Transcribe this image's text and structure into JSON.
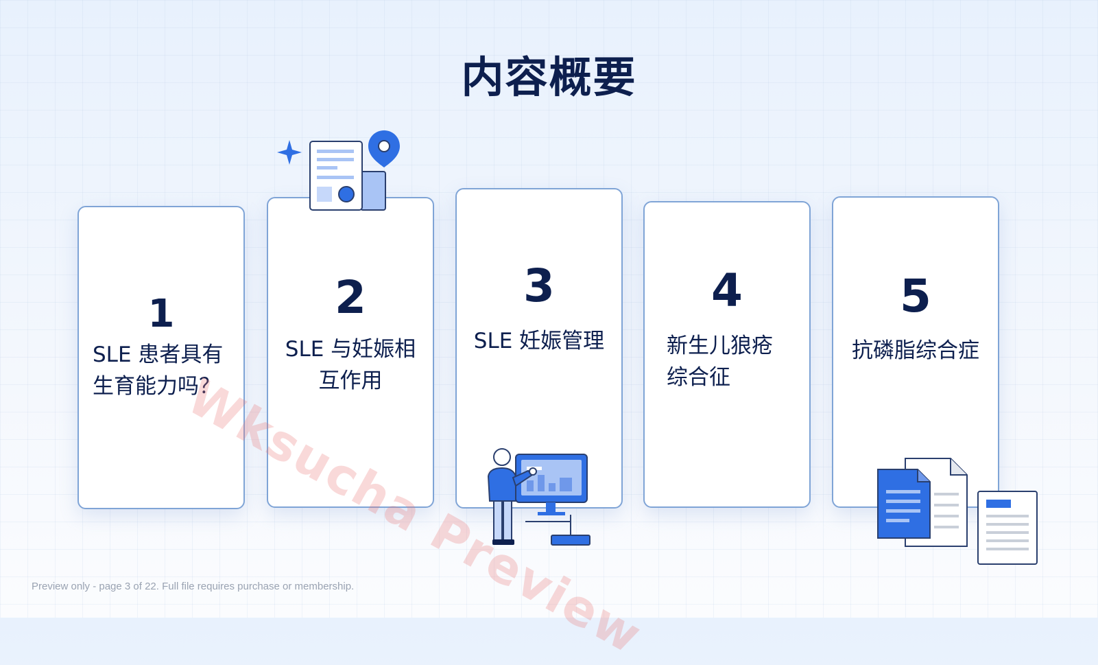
{
  "page": {
    "title": "内容概要"
  },
  "cards": [
    {
      "number": "1",
      "label_lines": [
        "SLE 患者具有",
        "生育能力吗？"
      ]
    },
    {
      "number": "2",
      "label_lines": [
        "SLE 与妊娠相",
        "互作用"
      ]
    },
    {
      "number": "3",
      "label_lines": [
        "SLE 妊娠管理"
      ]
    },
    {
      "number": "4",
      "label_lines": [
        "新生儿狼疮",
        "综合征"
      ]
    },
    {
      "number": "5",
      "label_lines": [
        "抗磷脂综合症"
      ]
    }
  ],
  "watermark": "Wksucha Preview",
  "footer": "Preview only - page 3 of 22. Full file requires purchase or membership.",
  "colors": {
    "navy": "#0d1f4e",
    "accent_blue": "#2f6fe3",
    "card_border": "#7fa4d6"
  },
  "icons": [
    "document-location-icon",
    "sparkle-icon",
    "presenter-monitor-icon",
    "documents-stack-icon"
  ]
}
